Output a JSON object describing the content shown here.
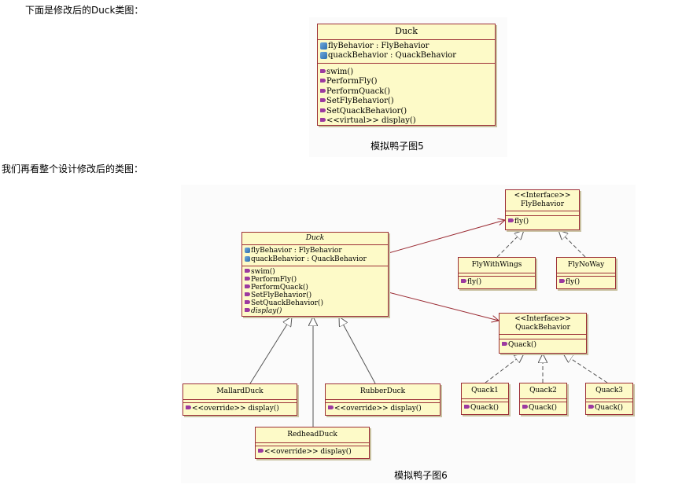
{
  "intro_text": "下面是修改后的Duck类图：",
  "middle_text": "我们再看整个设计修改后的类图：",
  "fig1": {
    "caption": "模拟鸭子图5",
    "duck": {
      "name": "Duck",
      "attrs": [
        "flyBehavior : FlyBehavior",
        "quackBehavior : QuackBehavior"
      ],
      "ops": [
        "swim()",
        "PerformFly()",
        "PerformQuack()",
        "SetFlyBehavior()",
        "SetQuackBehavior()",
        "<<virtual>> display()"
      ]
    }
  },
  "fig2": {
    "caption": "模拟鸭子图6",
    "duck": {
      "name": "Duck",
      "attrs": [
        "flyBehavior : FlyBehavior",
        "quackBehavior : QuackBehavior"
      ],
      "ops": [
        "swim()",
        "PerformFly()",
        "PerformQuack()",
        "SetFlyBehavior()",
        "SetQuackBehavior()",
        "display()"
      ]
    },
    "fly_behavior": {
      "stereotype": "<<Interface>>",
      "name": "FlyBehavior",
      "ops": [
        "fly()"
      ]
    },
    "fly_with_wings": {
      "name": "FlyWithWings",
      "ops": [
        "fly()"
      ]
    },
    "fly_no_way": {
      "name": "FlyNoWay",
      "ops": [
        "fly()"
      ]
    },
    "quack_behavior": {
      "stereotype": "<<Interface>>",
      "name": "QuackBehavior",
      "ops": [
        "Quack()"
      ]
    },
    "quack1": {
      "name": "Quack1",
      "ops": [
        "Quack()"
      ]
    },
    "quack2": {
      "name": "Quack2",
      "ops": [
        "Quack()"
      ]
    },
    "quack3": {
      "name": "Quack3",
      "ops": [
        "Quack()"
      ]
    },
    "mallard_duck": {
      "name": "MallardDuck",
      "ops": [
        "<<override>> display()"
      ]
    },
    "rubber_duck": {
      "name": "RubberDuck",
      "ops": [
        "<<override>> display()"
      ]
    },
    "redhead_duck": {
      "name": "RedheadDuck",
      "ops": [
        "<<override>> display()"
      ]
    }
  },
  "colors": {
    "class_fill": "#fdfac8",
    "class_border": "#9c2e36",
    "edge": "#9c2e36",
    "generalization": "#555555"
  }
}
